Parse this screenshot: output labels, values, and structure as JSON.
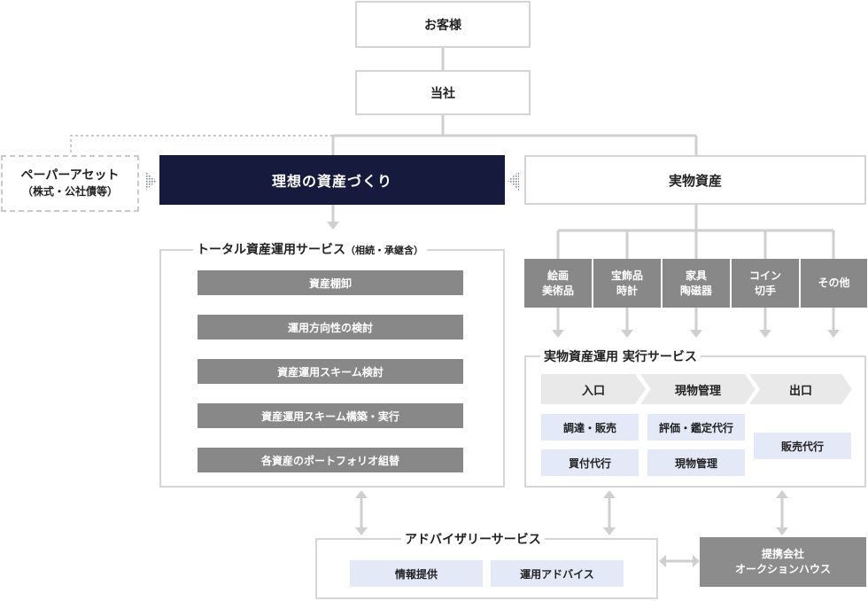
{
  "top": {
    "customer": "お客様",
    "company": "当社"
  },
  "paper_asset": {
    "line1": "ペーパーアセット",
    "line2": "（株式・公社債等）"
  },
  "ideal": {
    "label": "理想の資産づくり"
  },
  "real_asset": {
    "label": "実物資産"
  },
  "total_service": {
    "title": "トータル資産運用サービス",
    "title_sub": "（相続・承継含）",
    "steps": [
      "資産棚卸",
      "運用方向性の検討",
      "資産運用スキーム検討",
      "資産運用スキーム構築・実行",
      "各資産のポートフォリオ組替"
    ]
  },
  "categories": [
    {
      "line1": "絵画",
      "line2": "美術品"
    },
    {
      "line1": "宝飾品",
      "line2": "時計"
    },
    {
      "line1": "家具",
      "line2": "陶磁器"
    },
    {
      "line1": "コイン",
      "line2": "切手"
    },
    {
      "line1": "その他",
      "line2": ""
    }
  ],
  "exec_service": {
    "title": "実物資産運用 実行サービス",
    "stages": [
      "入口",
      "現物管理",
      "出口"
    ],
    "entry_items": [
      "調達・販売",
      "買付代行"
    ],
    "mgmt_items": [
      "評価・鑑定代行",
      "現物管理"
    ],
    "exit_items": [
      "販売代行"
    ]
  },
  "advisory": {
    "title": "アドバイザリーサービス",
    "items": [
      "情報提供",
      "運用アドバイス"
    ]
  },
  "partner": {
    "line1": "提携会社",
    "line2": "オークションハウス"
  },
  "colors": {
    "navy": "#161b3d",
    "gray": "#888888",
    "light_blue": "#e3e9f7",
    "connector": "#cfcfcf"
  }
}
